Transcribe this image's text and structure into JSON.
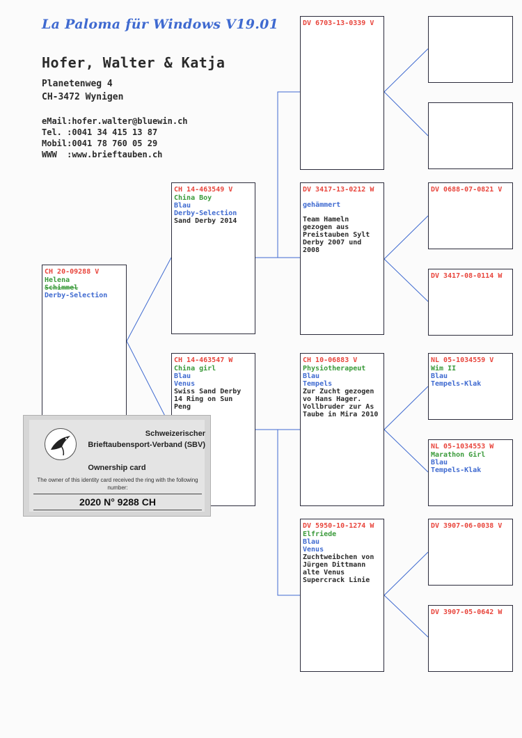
{
  "header": {
    "logo_text": "La Paloma für Windows V19.01",
    "owner_name": "Hofer, Walter & Katja",
    "street": "Planetenweg 4",
    "city": "CH-3472 Wynigen",
    "email": "eMail:hofer.walter@bluewin.ch",
    "tel": "Tel. :0041 34 415 13 87",
    "mobil": "Mobil:0041 78 760 05 29",
    "www": "WWW  :www.brieftauben.ch"
  },
  "pigeons": {
    "p0": {
      "ring": "CH 20-09288 V",
      "name": "Helena",
      "color_struck": "Schimmel",
      "strain": "Derby-Selection"
    },
    "p1": {
      "ring": "CH 14-463549 V",
      "name": "China Boy",
      "color": "Blau",
      "strain": "Derby-Selection",
      "note": "Sand Derby 2014"
    },
    "p2": {
      "ring": "CH 14-463547 W",
      "name": "China girl",
      "color": "Blau",
      "strain": "Venus",
      "note": "Swiss Sand Derby 14 Ring on Sun Peng"
    },
    "p3": {
      "ring": "DV 6703-13-0339 V"
    },
    "p4": {
      "ring": "DV 3417-13-0212 W",
      "strain": "gehämmert",
      "note": "Team Hameln gezogen aus Preistauben Sylt Derby 2007 und 2008"
    },
    "p5": {
      "ring": "CH 10-06883 V",
      "name": "Physiotherapeut",
      "color": "Blau",
      "strain": "Tempels",
      "note": "Zur Zucht gezogen vo Hans Hager. Vollbruder zur As Taube in Mira 2010"
    },
    "p6": {
      "ring": "DV 5950-10-1274 W",
      "name": "Elfriede",
      "color": "Blau",
      "strain": "Venus",
      "note": "Zuchtweibchen von Jürgen Dittmann alte Venus Supercrack Linie"
    },
    "p7": {
      "ring": ""
    },
    "p8": {
      "ring": ""
    },
    "p9": {
      "ring": "DV 0688-07-0821 V"
    },
    "p10": {
      "ring": "DV 3417-08-0114 W"
    },
    "p11": {
      "ring": "NL 05-1034559 V",
      "name": "Wim II",
      "color": "Blau",
      "strain": "Tempels-Klak"
    },
    "p12": {
      "ring": "NL 05-1034553 W",
      "name": "Marathon Girl",
      "color": "Blau",
      "strain": "Tempels-Klak"
    },
    "p13": {
      "ring": "DV 3907-06-0038 V"
    },
    "p14": {
      "ring": "DV 3907-05-0642 W"
    }
  },
  "card": {
    "org_line1": "Schweizerischer",
    "org_line2": "Brieftaubensport-Verband (SBV)",
    "title": "Ownership card",
    "description": "The owner of this identity card received the ring with the following number:",
    "number": "2020   N° 9288  CH",
    "logo_icon": "pigeon-icon"
  },
  "colors": {
    "ring": "#e8453c",
    "name": "#3a9a3a",
    "color_strain": "#3f6ad0",
    "connector": "#3f6ad0"
  }
}
